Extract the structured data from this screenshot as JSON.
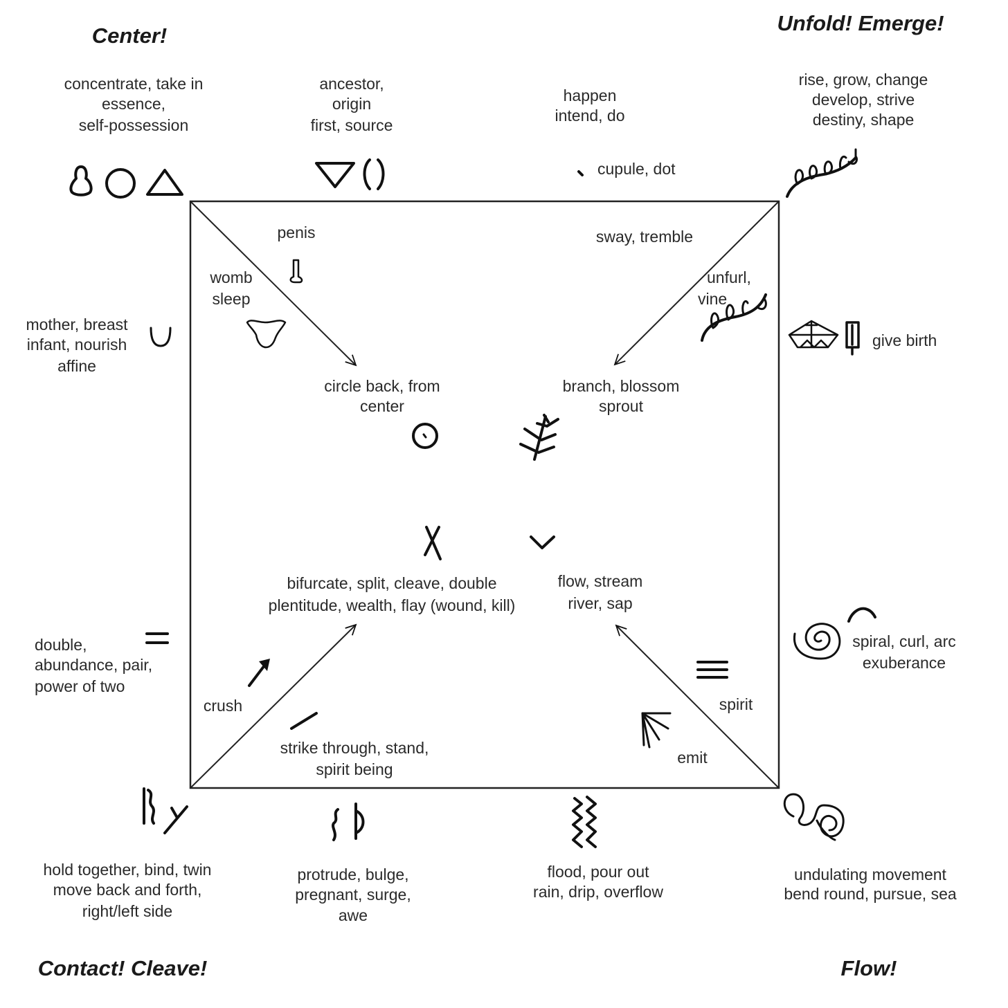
{
  "headings": {
    "center": "Center!",
    "unfold": "Unfold!  Emerge!",
    "contact": "Contact!  Cleave!",
    "flow": "Flow!"
  },
  "labels": {
    "concentrate": [
      "concentrate, take in",
      "essence,",
      "self-possession"
    ],
    "ancestor": [
      "ancestor,",
      "origin",
      "first, source"
    ],
    "happen": [
      "happen",
      "intend, do"
    ],
    "cupule": "cupule, dot",
    "rise": [
      "rise, grow,  change",
      "develop, strive",
      "destiny, shape"
    ],
    "penis": "penis",
    "womb": [
      "womb",
      "sleep"
    ],
    "mother": [
      "mother, breast",
      "infant, nourish",
      "affine"
    ],
    "sway": "sway, tremble",
    "unfurl": [
      "unfurl,",
      "vine"
    ],
    "give_birth": "give birth",
    "circle_back": [
      "circle back, from",
      "center"
    ],
    "branch": [
      "branch, blossom",
      "sprout"
    ],
    "bifurcate": [
      "bifurcate, split, cleave, double",
      "plentitude, wealth, flay (wound, kill)"
    ],
    "flow_stream": [
      "flow, stream",
      "river, sap"
    ],
    "double": [
      "double,",
      "abundance, pair,",
      "power of two"
    ],
    "crush": "crush",
    "strike": [
      "strike through, stand,",
      "spirit being"
    ],
    "spirit": "spirit",
    "emit": "emit",
    "spiral": [
      "spiral, curl, arc",
      "exuberance"
    ],
    "hold": [
      "hold together, bind, twin",
      "move back and forth,",
      "right/left side"
    ],
    "protrude": [
      "protrude, bulge,",
      "pregnant, surge,",
      "awe"
    ],
    "flood": [
      "flood, pour out",
      "rain, drip, overflow"
    ],
    "undulating": [
      "undulating movement",
      "bend round, pursue, sea"
    ]
  },
  "colors": {
    "ink": "#111111",
    "text": "#2a2a2a",
    "background": "#ffffff"
  }
}
